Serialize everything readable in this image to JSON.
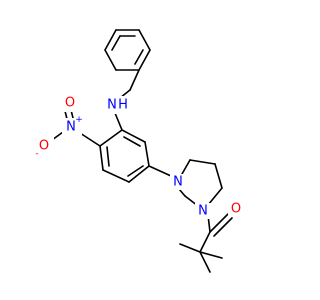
{
  "molecule": {
    "colors": {
      "carbon_bond": "#000000",
      "nitrogen": "#0000ff",
      "oxygen": "#ff0000",
      "background": "#ffffff"
    },
    "labels": {
      "amine_n": "N",
      "amine_h": "H",
      "nitro_n": "N",
      "nitro_plus": "+",
      "nitro_o_double": "O",
      "nitro_o_single": "O",
      "nitro_o_minus": "-",
      "piperazine_n_aryl": "N",
      "piperazine_n_acyl": "N",
      "carbonyl_o": "O"
    }
  }
}
